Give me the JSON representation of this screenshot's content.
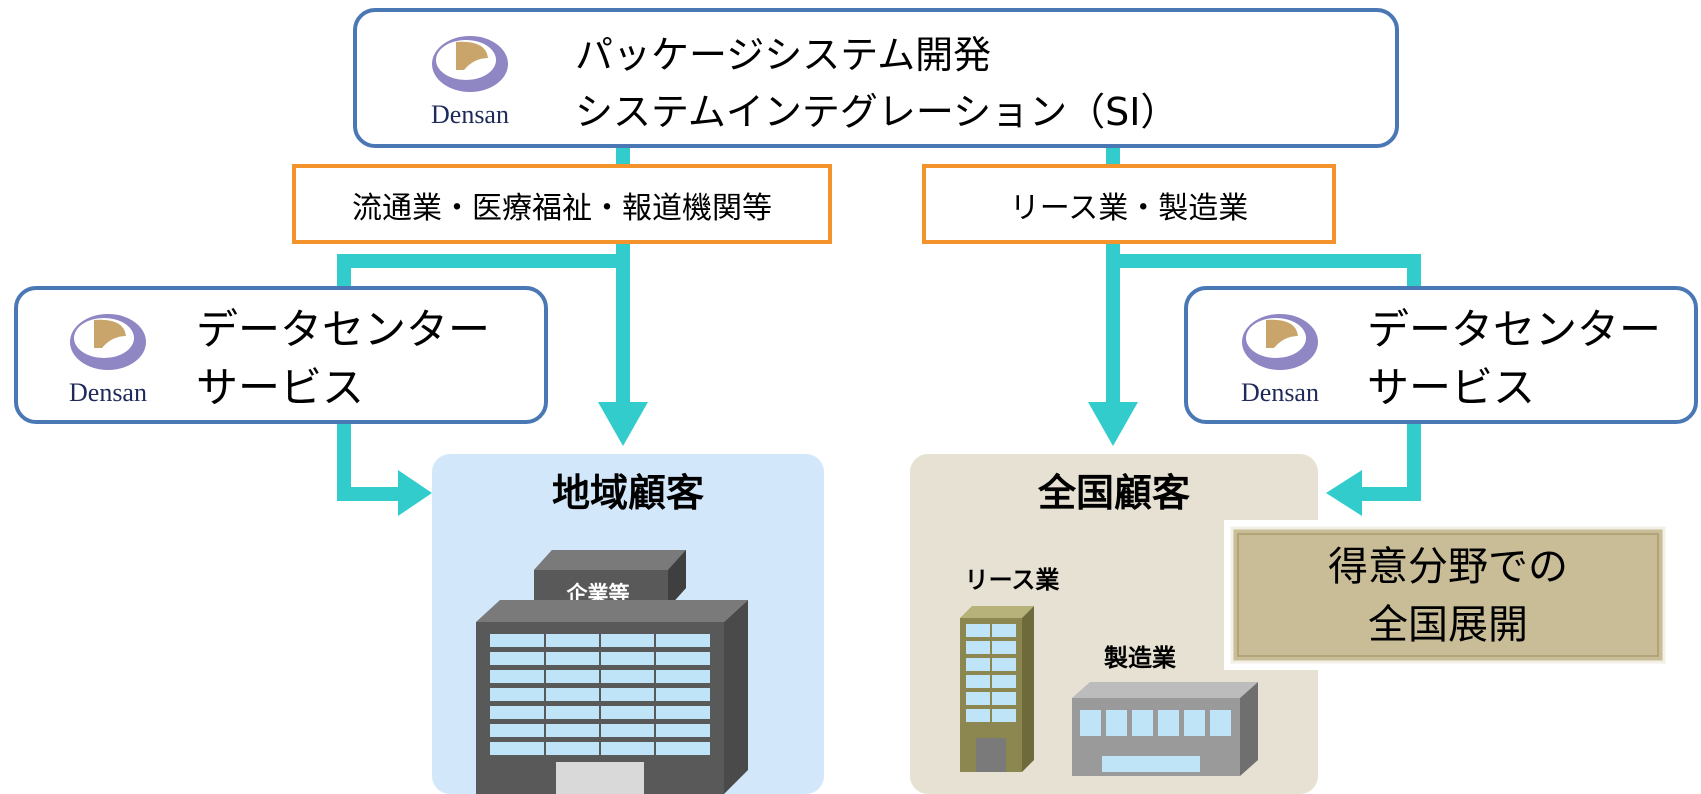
{
  "top_box": {
    "logo_text": "Densan",
    "line1": "パッケージシステム開発",
    "line2": "システムインテグレーション（SI）"
  },
  "industry_left": "流通業・医療福祉・報道機関等",
  "industry_right": "リース業・製造業",
  "dc_left": {
    "logo_text": "Densan",
    "line1": "データセンター",
    "line2": "サービス"
  },
  "dc_right": {
    "logo_text": "Densan",
    "line1": "データセンター",
    "line2": "サービス"
  },
  "local_customers": {
    "title": "地域顧客",
    "building_label": "企業等"
  },
  "national_customers": {
    "title": "全国顧客",
    "lease_label": "リース業",
    "manufacturing_label": "製造業"
  },
  "specialty": {
    "line1": "得意分野での",
    "line2": "全国展開"
  },
  "colors": {
    "box_border": "#4a78b5",
    "industry_border": "#f4922b",
    "arrow": "#33cccc",
    "local_bg": "#d3e7fb",
    "national_bg": "#e6e1d3",
    "specialty_bg": "#c9bd97",
    "logo_purple": "#8f86c4",
    "logo_tan": "#c9a56b"
  }
}
